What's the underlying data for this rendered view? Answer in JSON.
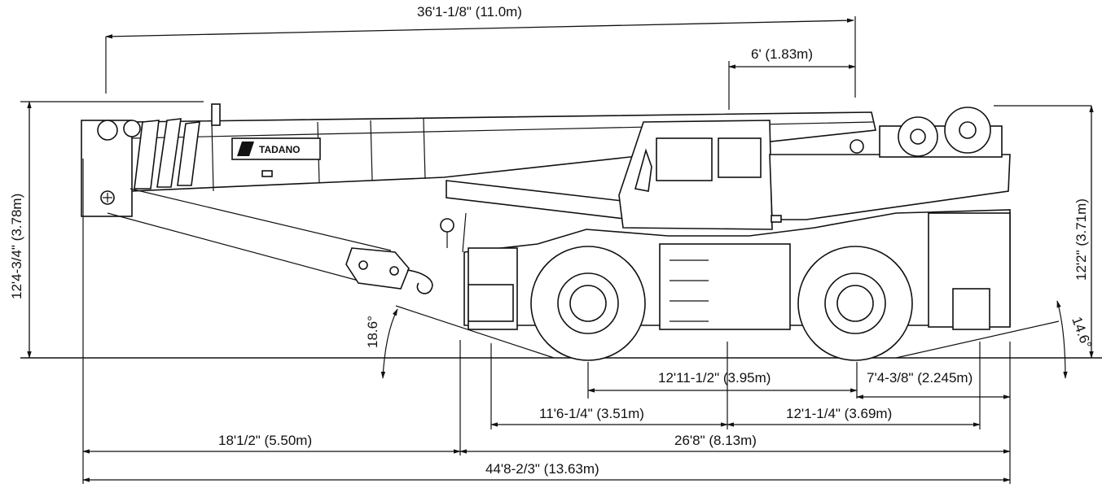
{
  "dimensions": {
    "boom_length": "36'1-1/8\" (11.0m)",
    "jib_offset": "6' (1.83m)",
    "total_height": "12'4-3/4\" (3.78m)",
    "cab_height": "12'2\" (3.71m)",
    "approach_angle": "18.6°",
    "departure_angle": "14.6°",
    "rear_to_center": "12'11-1/2\" (3.95m)",
    "rear_overhang": "7'4-3/8\" (2.245m)",
    "front_axle_to_center": "11'6-1/4\" (3.51m)",
    "center_to_rear_axle": "12'1-1/4\" (3.69m)",
    "front_overhang": "18'1/2\" (5.50m)",
    "body_length": "26'8\" (8.13m)",
    "overall_length": "44'8-2/3\" (13.63m)"
  },
  "brand": "TADANO"
}
